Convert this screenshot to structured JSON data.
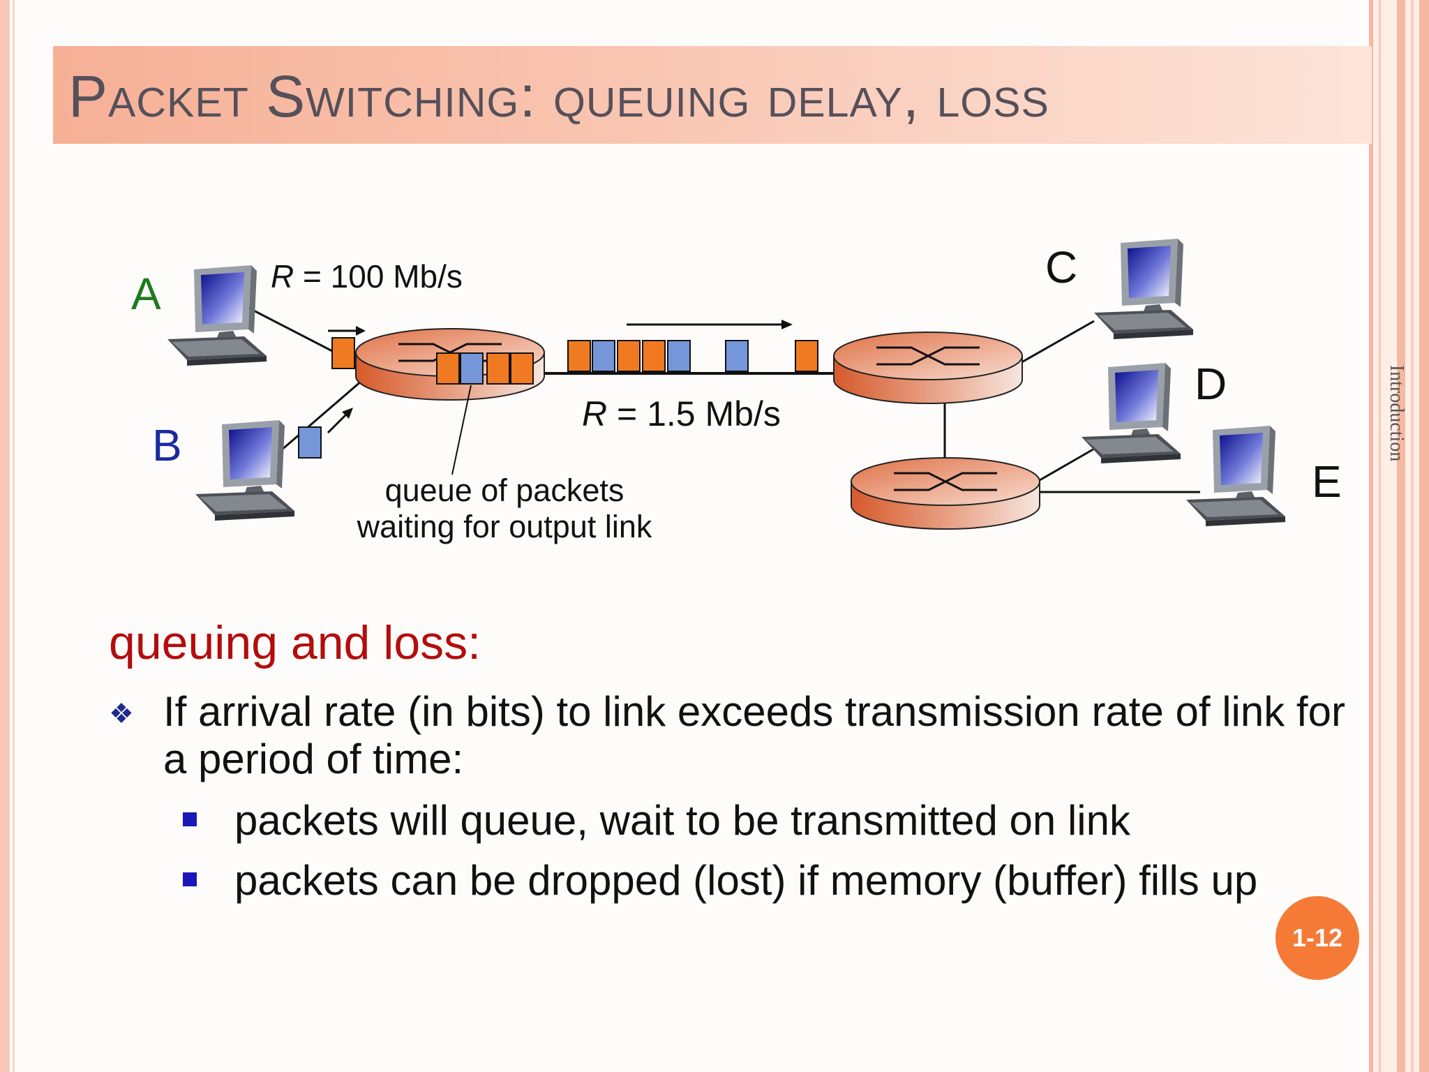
{
  "slide": {
    "title": "Packet Switching: queuing delay, loss",
    "side_label": "Introduction",
    "page_number": "1-12"
  },
  "diagram": {
    "hosts": {
      "a": "A",
      "b": "B",
      "c": "C",
      "d": "D",
      "e": "E"
    },
    "rate_access_prefix": "R",
    "rate_access_value": " = 100 Mb/s",
    "rate_output_prefix": "R",
    "rate_output_value": " = 1.5 Mb/s",
    "queue_caption_line1": "queue of packets",
    "queue_caption_line2": "waiting for output link",
    "colors": {
      "host_a": "#1e7a1e",
      "host_b": "#1a2aa0",
      "packet_orange": "#f07a22",
      "packet_blue": "#7596d8",
      "router": "#d9643a"
    }
  },
  "content": {
    "heading": "queuing and loss:",
    "bullet": "If arrival rate (in bits) to link exceeds transmission rate of link for a period of time:",
    "sub_bullets": [
      "packets will queue, wait to be transmitted on link",
      "packets can be dropped (lost) if memory (buffer) fills up"
    ]
  }
}
